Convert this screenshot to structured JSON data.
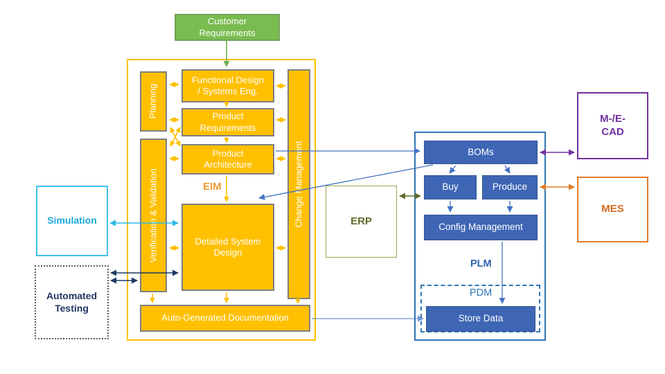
{
  "nodes": {
    "customer_requirements": [
      "Customer",
      "Requirements"
    ],
    "planning": "Planning",
    "functional_design": [
      "Functional Design",
      "/ Systems Eng."
    ],
    "product_requirements": [
      "Product",
      "Requirements"
    ],
    "product_architecture": [
      "Product",
      "Architecture"
    ],
    "eim": "EIM",
    "verification_validation": "Verification & Validation",
    "change_management": "Change Management",
    "detailed_system_design": [
      "Detailed System",
      "Design"
    ],
    "auto_generated_documentation": "Auto-Generated Documentation",
    "simulation": "Simulation",
    "automated_testing": [
      "Automated",
      "Testing"
    ],
    "erp": "ERP",
    "boms": "BOMs",
    "buy": "Buy",
    "produce": "Produce",
    "config_management": "Config Management",
    "plm": "PLM",
    "pdm": "PDM",
    "store_data": "Store Data",
    "cad": [
      "M-/E-",
      "CAD"
    ],
    "mes": "MES"
  },
  "colors": {
    "gold_fill": "#FFC000",
    "gold_box_border": "#7F7F7F",
    "green_fill": "#79BC4F",
    "blue_fill": "#3E66B5",
    "blue_border": "#2F528F",
    "plm_container_blue": "#2E75B6",
    "connector_blue": "#4472C4",
    "cyan": "#29B9E8",
    "navy": "#1F3864",
    "purple": "#7030A0",
    "orange": "#E07B28",
    "olive": "#5F6B2A",
    "eim_text": "#ED9B33",
    "arrow_green": "#70AD47"
  }
}
